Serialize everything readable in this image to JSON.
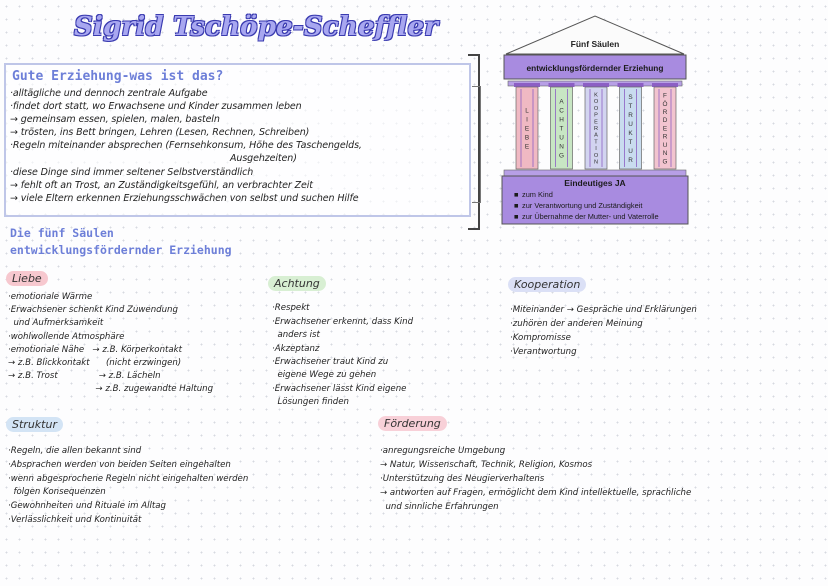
{
  "title": "Sigrid Tschöpe-Scheffler",
  "intro": {
    "heading": "Gute Erziehung-was ist das?",
    "lines": [
      "·alltägliche und dennoch zentrale Aufgabe",
      "·findet dort statt, wo Erwachsene und Kinder zusammen leben",
      "→ gemeinsam essen, spielen, malen, basteln",
      "→ trösten, ins Bett bringen, Lehren (Lesen, Rechnen, Schreiben)",
      "·Regeln miteinander absprechen (Fernsehkonsum, Höhe des Taschengelds,",
      "Ausgehzeiten)",
      "·diese Dinge sind immer seltener Selbstverständlich",
      "→ fehlt oft an Trost, an Zuständigkeitsgefühl, an verbrachter Zeit",
      "→ viele Eltern erkennen Erziehungsschwächen von selbst und suchen Hilfe"
    ]
  },
  "temple": {
    "roof_label": "Fünf Säulen",
    "beam_label": "entwicklungsfördernder Erziehung",
    "pillars": [
      {
        "label": "LIEBE",
        "color": "#f0b9c3"
      },
      {
        "label": "ACHTUNG",
        "color": "#c8e6c4"
      },
      {
        "label": "KOOPERATION",
        "color": "#d2d4f0"
      },
      {
        "label": "STRUKTUR",
        "color": "#c9dcef"
      },
      {
        "label": "FÖRDERUNG",
        "color": "#f2c4cf"
      }
    ],
    "base_label": "Eindeutiges JA",
    "base_items": [
      "zum Kind",
      "zur Verantwortung und Zuständigkeit",
      "zur Übernahme der Mutter- und Vaterrolle"
    ],
    "accent": "#8c5fc4"
  },
  "section": {
    "title_line1": "Die fünf Säulen",
    "title_line2": "entwicklungsfördernder Erziehung"
  },
  "pillars_notes": {
    "liebe": {
      "label": "Liebe",
      "color": "#f7c8cf",
      "lines": [
        "·emotionale Wärme",
        "·Erwachsener schenkt Kind Zuwendung",
        "  und Aufmerksamkeit",
        "·wohlwollende Atmosphäre",
        "·emotionale Nähe   → z.B. Körperkontakt",
        "→ z.B. Blickkontakt      (nicht erzwingen)",
        "→ z.B. Trost               → z.B. Lächeln",
        "                                → z.B. zugewandte Haltung"
      ]
    },
    "achtung": {
      "label": "Achtung",
      "color": "#d8efd3",
      "lines": [
        "·Respekt",
        "·Erwachsener erkennt, dass Kind",
        "  anders ist",
        "·Akzeptanz",
        "·Erwachsener traut Kind zu",
        "  eigene Wege zu gehen",
        "·Erwachsener lässt Kind eigene",
        "  Lösungen finden"
      ]
    },
    "kooperation": {
      "label": "Kooperation",
      "color": "#dbe0f6",
      "lines": [
        "·Miteinander → Gespräche und Erklärungen",
        "·zuhören der anderen Meinung",
        "·Kompromisse",
        "·Verantwortung"
      ]
    },
    "struktur": {
      "label": "Struktur",
      "color": "#d3e4f5",
      "lines": [
        "·Regeln, die allen bekannt sind",
        "·Absprachen werden von beiden Seiten eingehalten",
        "·wenn abgesprochene Regeln nicht eingehalten werden",
        "  folgen Konsequenzen",
        "·Gewohnheiten und Rituale im Alltag",
        "·Verlässlichkeit und Kontinuität"
      ]
    },
    "foerderung": {
      "label": "Förderung",
      "color": "#f8d0d8",
      "lines": [
        "·anregungsreiche Umgebung",
        "→ Natur, Wissenschaft, Technik, Religion, Kosmos",
        "·Unterstützung des Neugierverhaltens",
        "→ antworten auf Fragen, ermöglicht dem Kind intellektuelle, sprachliche",
        "  und sinnliche Erfahrungen"
      ]
    }
  }
}
